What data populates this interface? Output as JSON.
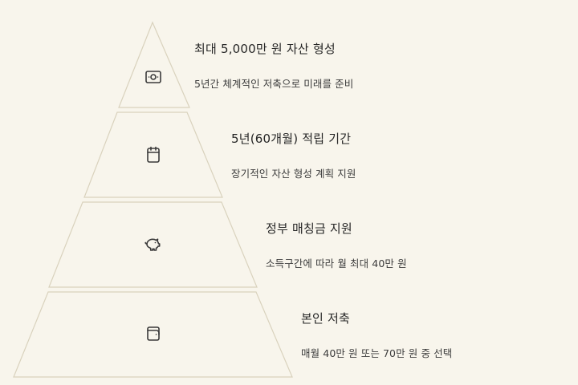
{
  "colors": {
    "background": "#f8f5ec",
    "tier_stroke": "#d9d2bd",
    "text": "#262626",
    "icon": "#3a3a3a"
  },
  "tiers": [
    {
      "title": "최대 5,000만 원 자산 형성",
      "description": "5년간 체계적인 저축으로 미래를 준비",
      "icon": "banknote-icon"
    },
    {
      "title": "5년(60개월) 적립 기간",
      "description": "장기적인 자산 형성 계획 지원",
      "icon": "calendar-icon"
    },
    {
      "title": "정부 매칭금 지원",
      "description": "소득구간에 따라 월 최대 40만 원",
      "icon": "piggy-bank-icon"
    },
    {
      "title": "본인 저축",
      "description": "매월 40만 원 또는 70만 원 중 선택",
      "icon": "wallet-icon"
    }
  ]
}
